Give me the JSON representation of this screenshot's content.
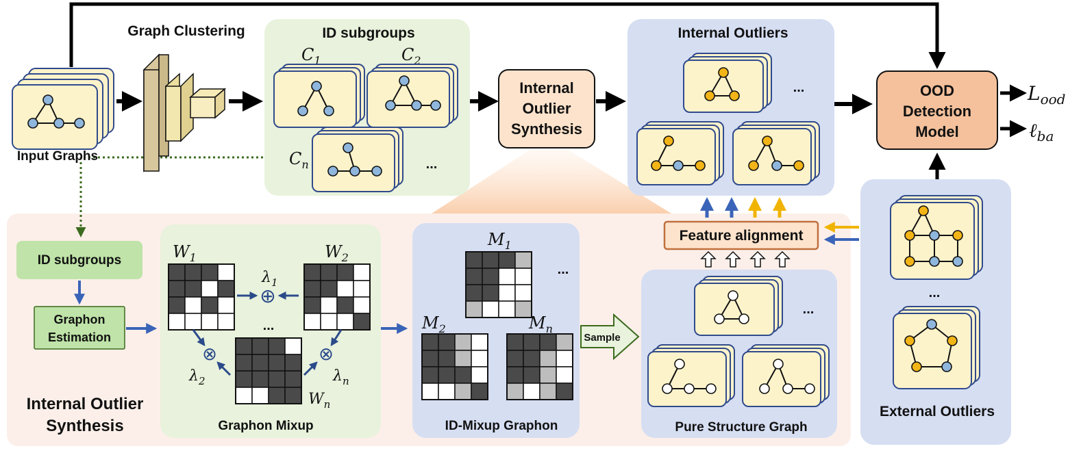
{
  "labels": {
    "graph_clustering": "Graph Clustering",
    "input_graphs": "Input Graphs",
    "id_subgroups_title": "ID subgroups",
    "c1": "C",
    "c1_sub": "1",
    "c2": "C",
    "c2_sub": "2",
    "cn": "C",
    "cn_sub": "n",
    "ellipsis": "...",
    "ios_line1": "Internal",
    "ios_line2": "Outlier",
    "ios_line3": "Synthesis",
    "internal_outliers": "Internal Outliers",
    "ood_line1": "OOD",
    "ood_line2": "Detection",
    "ood_line3": "Model",
    "loss_ood": "L",
    "loss_ood_sub": "ood",
    "loss_ba": "ℓ",
    "loss_ba_sub": "ba",
    "id_subgroups_box": "ID subgroups",
    "graphon_line1": "Graphon",
    "graphon_line2": "Estimation",
    "synth_line1": "Internal Outlier",
    "synth_line2": "Synthesis",
    "w1": "W",
    "w1_sub": "1",
    "w2": "W",
    "w2_sub": "2",
    "wn": "W",
    "wn_sub": "n",
    "lambda1": "λ",
    "lambda1_sub": "1",
    "lambda2": "λ",
    "lambda2_sub": "2",
    "lambdan": "λ",
    "lambdan_sub": "n",
    "oplus": "⊕",
    "otimes": "⊗",
    "graphon_mixup": "Graphon Mixup",
    "m1": "M",
    "m1_sub": "1",
    "m2": "M",
    "m2_sub": "2",
    "mn": "M",
    "mn_sub": "n",
    "id_mixup_graphon": "ID-Mixup Graphon",
    "sample": "Sample",
    "feature_alignment": "Feature alignment",
    "pure_structure_graph": "Pure Structure Graph",
    "external_outliers": "External Outliers"
  },
  "colors": {
    "green_panel": "#e8f2dc",
    "blue_panel": "#d6def2",
    "pink_panel": "#fcefe9",
    "card_fill": "#fdf3cb",
    "card_stroke": "#2f4a8c",
    "node_blue": "#8fb6dc",
    "node_yellow": "#f2b417",
    "node_white": "#ffffff",
    "orange_box": "#f4c19c",
    "orange_box_stroke": "#c0703c",
    "ios_box": "#fde3cc",
    "green_box": "#bfe3a8",
    "arrow_blue": "#3a64b8",
    "arrow_yellow": "#f0b400",
    "matrix_dark": "#4a4a4a",
    "matrix_gray": "#bdbdbd",
    "matrix_white": "#ffffff"
  },
  "matrices": {
    "W1": [
      [
        2,
        2,
        2,
        0
      ],
      [
        2,
        2,
        0,
        2
      ],
      [
        2,
        0,
        2,
        0
      ],
      [
        0,
        0,
        0,
        0
      ]
    ],
    "W2": [
      [
        2,
        2,
        2,
        0
      ],
      [
        2,
        2,
        0,
        0
      ],
      [
        2,
        0,
        2,
        0
      ],
      [
        0,
        0,
        0,
        2
      ]
    ],
    "Wn": [
      [
        2,
        2,
        2,
        0
      ],
      [
        2,
        2,
        2,
        2
      ],
      [
        2,
        2,
        2,
        2
      ],
      [
        0,
        0,
        2,
        2
      ]
    ],
    "M1": [
      [
        2,
        2,
        2,
        1
      ],
      [
        2,
        2,
        0,
        0
      ],
      [
        2,
        2,
        0,
        0
      ],
      [
        1,
        0,
        0,
        1
      ]
    ],
    "M2": [
      [
        2,
        2,
        1,
        0
      ],
      [
        2,
        2,
        1,
        0
      ],
      [
        2,
        2,
        2,
        0
      ],
      [
        0,
        0,
        1,
        2
      ]
    ],
    "Mn": [
      [
        2,
        2,
        2,
        1
      ],
      [
        2,
        2,
        1,
        0
      ],
      [
        2,
        2,
        1,
        0
      ],
      [
        1,
        0,
        1,
        2
      ]
    ]
  }
}
